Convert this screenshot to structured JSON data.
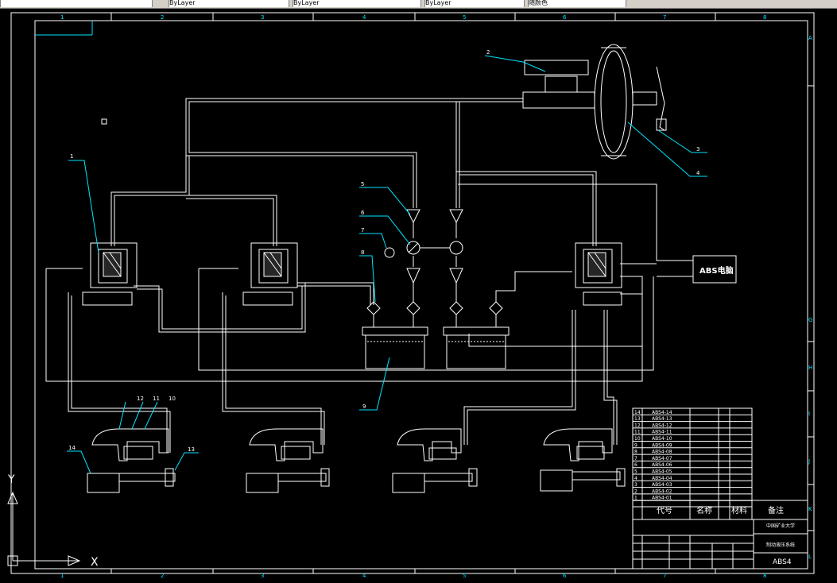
{
  "toolbar": {
    "cells": [
      "",
      "ByLayer",
      "ByLayer",
      "ByLayer",
      "随颜色"
    ]
  },
  "border": {
    "columns": [
      "1",
      "2",
      "3",
      "4",
      "5",
      "6",
      "7",
      "8"
    ],
    "rows": [
      "A",
      "G",
      "H",
      "I",
      "J",
      "K",
      "L"
    ]
  },
  "labels": {
    "ecu": "ABS电脑",
    "callouts": [
      "1",
      "2",
      "3",
      "4",
      "5",
      "6",
      "7",
      "8",
      "9",
      "10",
      "11",
      "12",
      "13",
      "14"
    ]
  },
  "ucs": {
    "y": "Y",
    "x": "X"
  },
  "parts_table": {
    "rows": [
      [
        "14",
        "ABS4-14",
        "",
        ""
      ],
      [
        "13",
        "ABS4-13",
        "",
        ""
      ],
      [
        "12",
        "ABS4-12",
        "",
        ""
      ],
      [
        "11",
        "ABS4-11",
        "",
        ""
      ],
      [
        "10",
        "ABS4-10",
        "",
        ""
      ],
      [
        "9",
        "ABS4-09",
        "",
        ""
      ],
      [
        "8",
        "ABS4-08",
        "",
        ""
      ],
      [
        "7",
        "ABS4-07",
        "",
        ""
      ],
      [
        "6",
        "ABS4-06",
        "",
        ""
      ],
      [
        "5",
        "ABS4-05",
        "",
        ""
      ],
      [
        "4",
        "ABS4-04",
        "",
        ""
      ],
      [
        "3",
        "ABS4-03",
        "",
        ""
      ],
      [
        "2",
        "ABS4-02",
        "",
        ""
      ],
      [
        "1",
        "ABS4-01",
        "",
        ""
      ]
    ],
    "header": [
      "代号",
      "名称",
      "材料",
      "备注"
    ],
    "school": "中国矿业大学",
    "title": "制动液压系统",
    "drawing_no": "ABS4"
  }
}
